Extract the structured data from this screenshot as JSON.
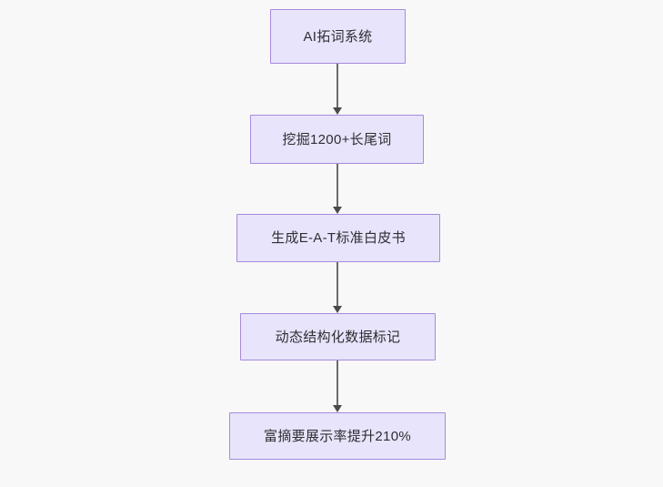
{
  "diagram": {
    "type": "flowchart",
    "orientation": "top-to-bottom",
    "background_color": "#f8f8f8",
    "node_fill_color": "#e8e4fb",
    "node_border_color": "#a58bde",
    "node_text_color": "#2e2e33",
    "edge_color": "#6b6b6b",
    "nodes": [
      {
        "id": "n1",
        "label": "AI拓词系统"
      },
      {
        "id": "n2",
        "label": "挖掘1200+长尾词"
      },
      {
        "id": "n3",
        "label": "生成E-A-T标准白皮书"
      },
      {
        "id": "n4",
        "label": "动态结构化数据标记"
      },
      {
        "id": "n5",
        "label": "富摘要展示率提升210%"
      }
    ],
    "edges": [
      {
        "from": "n1",
        "to": "n2",
        "arrowhead": "filled-triangle"
      },
      {
        "from": "n2",
        "to": "n3",
        "arrowhead": "filled-triangle"
      },
      {
        "from": "n3",
        "to": "n4",
        "arrowhead": "filled-triangle"
      },
      {
        "from": "n4",
        "to": "n5",
        "arrowhead": "filled-triangle"
      }
    ]
  }
}
